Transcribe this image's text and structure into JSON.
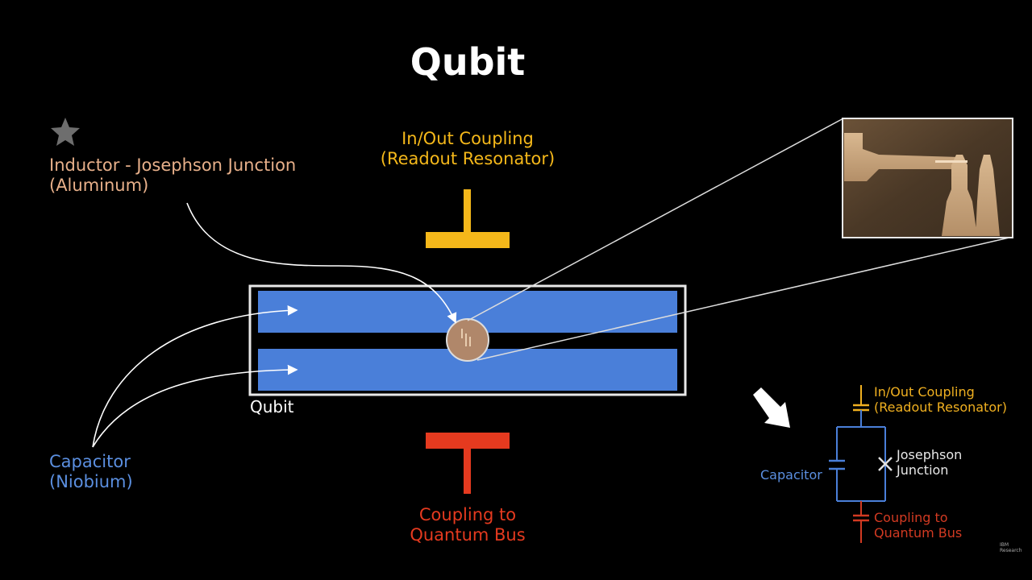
{
  "title": "Qubit",
  "labels": {
    "inductor": [
      "Inductor - Josephson Junction",
      "(Aluminum)"
    ],
    "capacitor": [
      "Capacitor",
      "(Niobium)"
    ],
    "inout": [
      "In/Out Coupling",
      "(Readout Resonator)"
    ],
    "bus": [
      "Coupling to",
      "Quantum Bus"
    ],
    "qubit_caption": "Qubit"
  },
  "small_circuit": {
    "inout": [
      "In/Out Coupling",
      "(Readout Resonator)"
    ],
    "capacitor": "Capacitor",
    "junction": [
      "Josephson",
      "Junction"
    ],
    "bus": [
      "Coupling to",
      "Quantum Bus"
    ]
  },
  "watermark": [
    "IBM",
    "Research"
  ],
  "icons": {
    "star": "star-icon",
    "arrow": "white-arrow-icon"
  },
  "colors": {
    "background": "#000000",
    "capacitor_blue": "#4a7fd9",
    "inout_yellow": "#f5b81a",
    "bus_red": "#e53a1f",
    "inductor_peach": "#e8b08a"
  }
}
